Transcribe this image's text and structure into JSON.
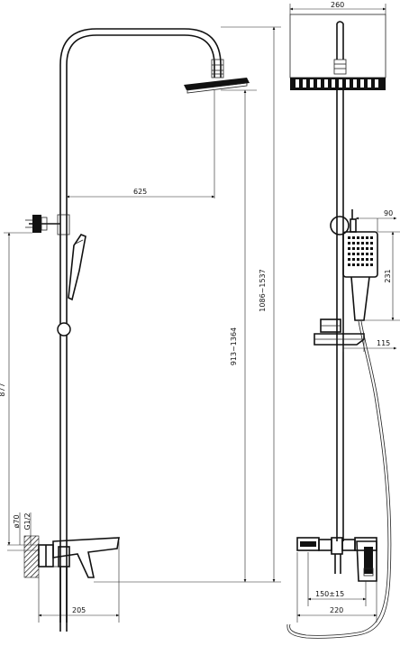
{
  "dimensions": {
    "arm_reach": "625",
    "overhead_range": "913~1364",
    "total_height": "1086~1537",
    "holder_height": "877",
    "wall_pipe_diameter": "ø70",
    "thread_size": "G1/2",
    "mixer_projection": "205",
    "head_width": "260",
    "hand_shower_offset": "90",
    "hand_shower_length": "231",
    "holder_projection": "115",
    "inlet_spacing": "150±15",
    "mixer_width": "220"
  }
}
